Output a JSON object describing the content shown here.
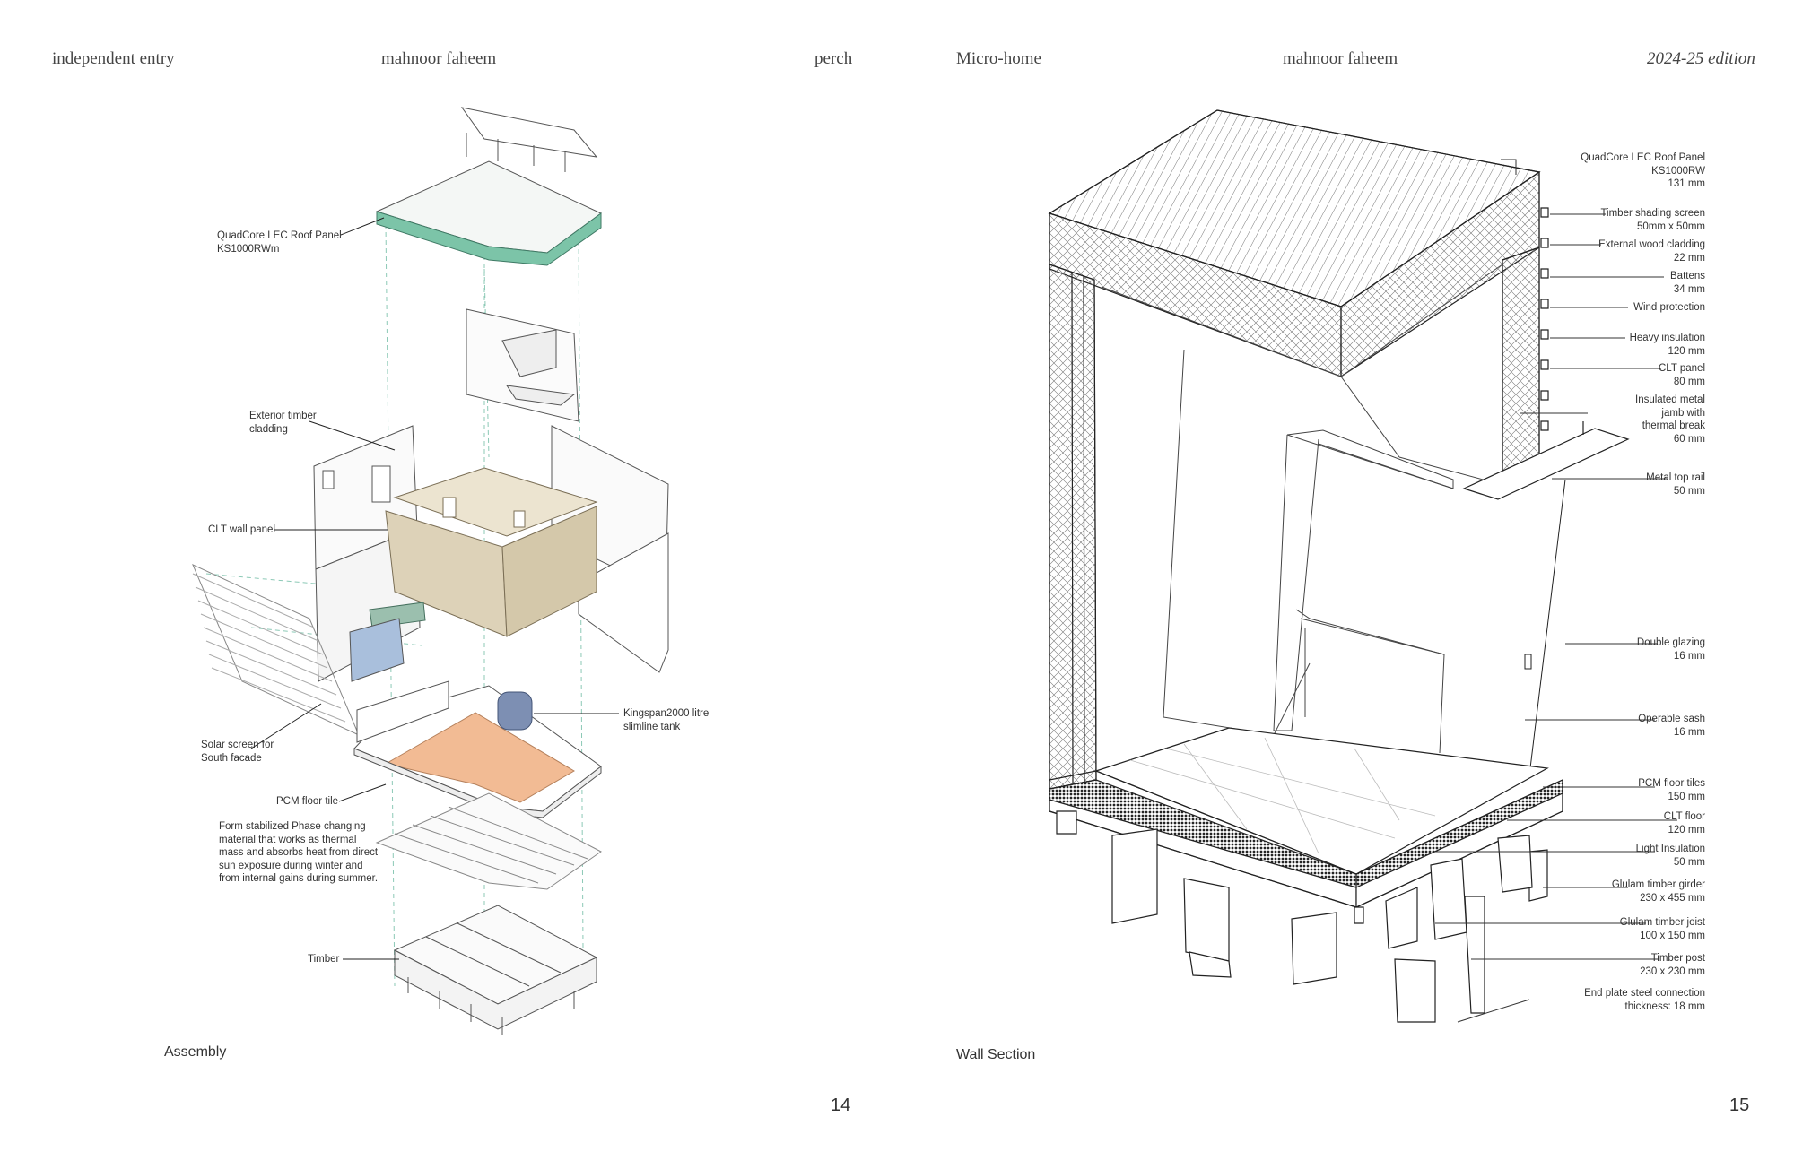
{
  "left_page": {
    "header": {
      "left": "independent entry",
      "center": "mahnoor faheem",
      "right": "perch"
    },
    "caption": "Assembly",
    "page_number": "14",
    "labels": {
      "roof": [
        "QuadCore  LEC Roof Panel",
        "KS1000RWm"
      ],
      "cladding": [
        "Exterior timber",
        "cladding"
      ],
      "clt": [
        "CLT wall panel"
      ],
      "tank": [
        "Kingspan2000 litre",
        "slimline tank"
      ],
      "solar": [
        "Solar screen for",
        "South facade"
      ],
      "pcm": [
        "PCM floor tile"
      ],
      "pcm_desc": [
        "Form stabilized Phase changing",
        "material that works as thermal",
        "mass and absorbs heat from direct",
        "sun exposure during winter and",
        "from internal gains during summer."
      ],
      "timber": [
        "Timber"
      ]
    }
  },
  "right_page": {
    "header": {
      "left": "Micro-home",
      "center": "mahnoor faheem",
      "right": "2024-25 edition"
    },
    "caption": "Wall Section",
    "page_number": "15",
    "labels": [
      [
        "QuadCore  LEC Roof Panel",
        "KS1000RW",
        "131 mm"
      ],
      [
        "Timber shading screen",
        "50mm  x 50mm"
      ],
      [
        "External wood cladding",
        "22 mm"
      ],
      [
        "Battens",
        "34 mm"
      ],
      [
        "Wind protection"
      ],
      [
        "Heavy insulation",
        "120 mm"
      ],
      [
        "CLT panel",
        "80 mm"
      ],
      [
        "Insulated metal",
        "jamb with",
        "thermal break",
        "60 mm"
      ],
      [
        "Metal top rail",
        "50 mm"
      ],
      [
        "Double glazing",
        "16 mm"
      ],
      [
        "Operable sash",
        "16 mm"
      ],
      [
        "PCM floor tiles",
        "150 mm"
      ],
      [
        "CLT floor",
        "120 mm"
      ],
      [
        "Light Insulation",
        "50 mm"
      ],
      [
        "Glulam timber girder",
        "230 x 455 mm"
      ],
      [
        "Glulam timber joist",
        "100 x 150 mm"
      ],
      [
        "Timber post",
        "230 x 230 mm"
      ],
      [
        "End plate steel connection",
        "thickness: 18 mm"
      ]
    ]
  },
  "colors": {
    "roof_green": "#7cc4a8",
    "pcm_orange": "#f2bb94",
    "clt_beige": "#ddd2b8",
    "tank_blue": "#7d8fb3",
    "window_blue": "#a9bfdc"
  }
}
